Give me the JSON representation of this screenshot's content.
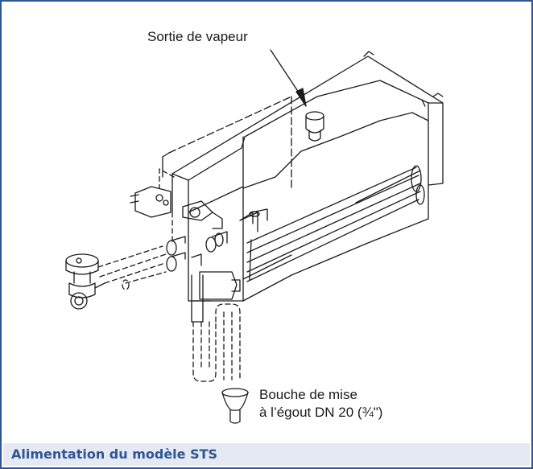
{
  "labels": {
    "steam_outlet": "Sortie de vapeur",
    "drain_line1": "Bouche de mise",
    "drain_line2": "à l’égout DN 20 (¾\")"
  },
  "caption": "Alimentation du modèle STS",
  "colors": {
    "frame": "#2f5594",
    "caption_text": "#2f5594",
    "caption_background": "#e4e9f3",
    "line": "#1a1a1a"
  }
}
